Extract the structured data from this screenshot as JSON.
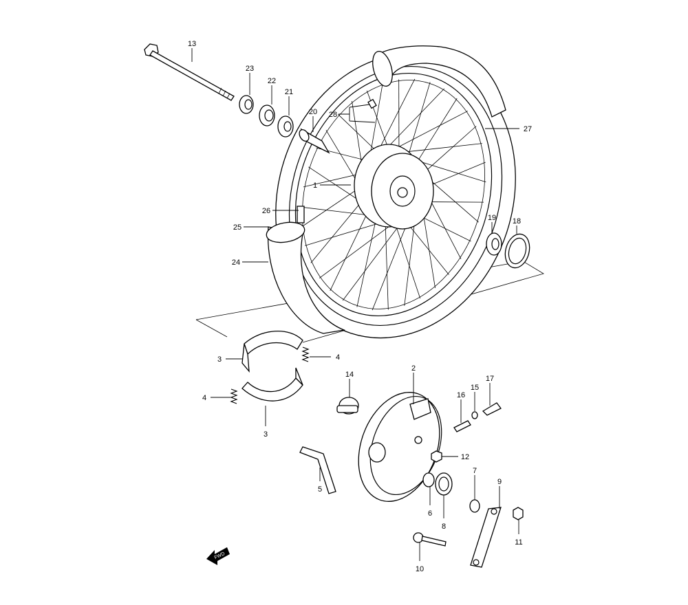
{
  "diagram": {
    "fwd_icon_text": "FWD",
    "callouts": {
      "p1": "1",
      "p2": "2",
      "p3a": "3",
      "p3b": "3",
      "p4a": "4",
      "p4b": "4",
      "p5": "5",
      "p6": "6",
      "p7": "7",
      "p8": "8",
      "p9": "9",
      "p10": "10",
      "p11": "11",
      "p12": "12",
      "p13": "13",
      "p14": "14",
      "p15": "15",
      "p16": "16",
      "p17": "17",
      "p18": "18",
      "p19": "19",
      "p20": "20",
      "p21": "21",
      "p22": "22",
      "p23": "23",
      "p24": "24",
      "p25": "25",
      "p26": "26",
      "p27": "27",
      "p28": "28"
    }
  }
}
